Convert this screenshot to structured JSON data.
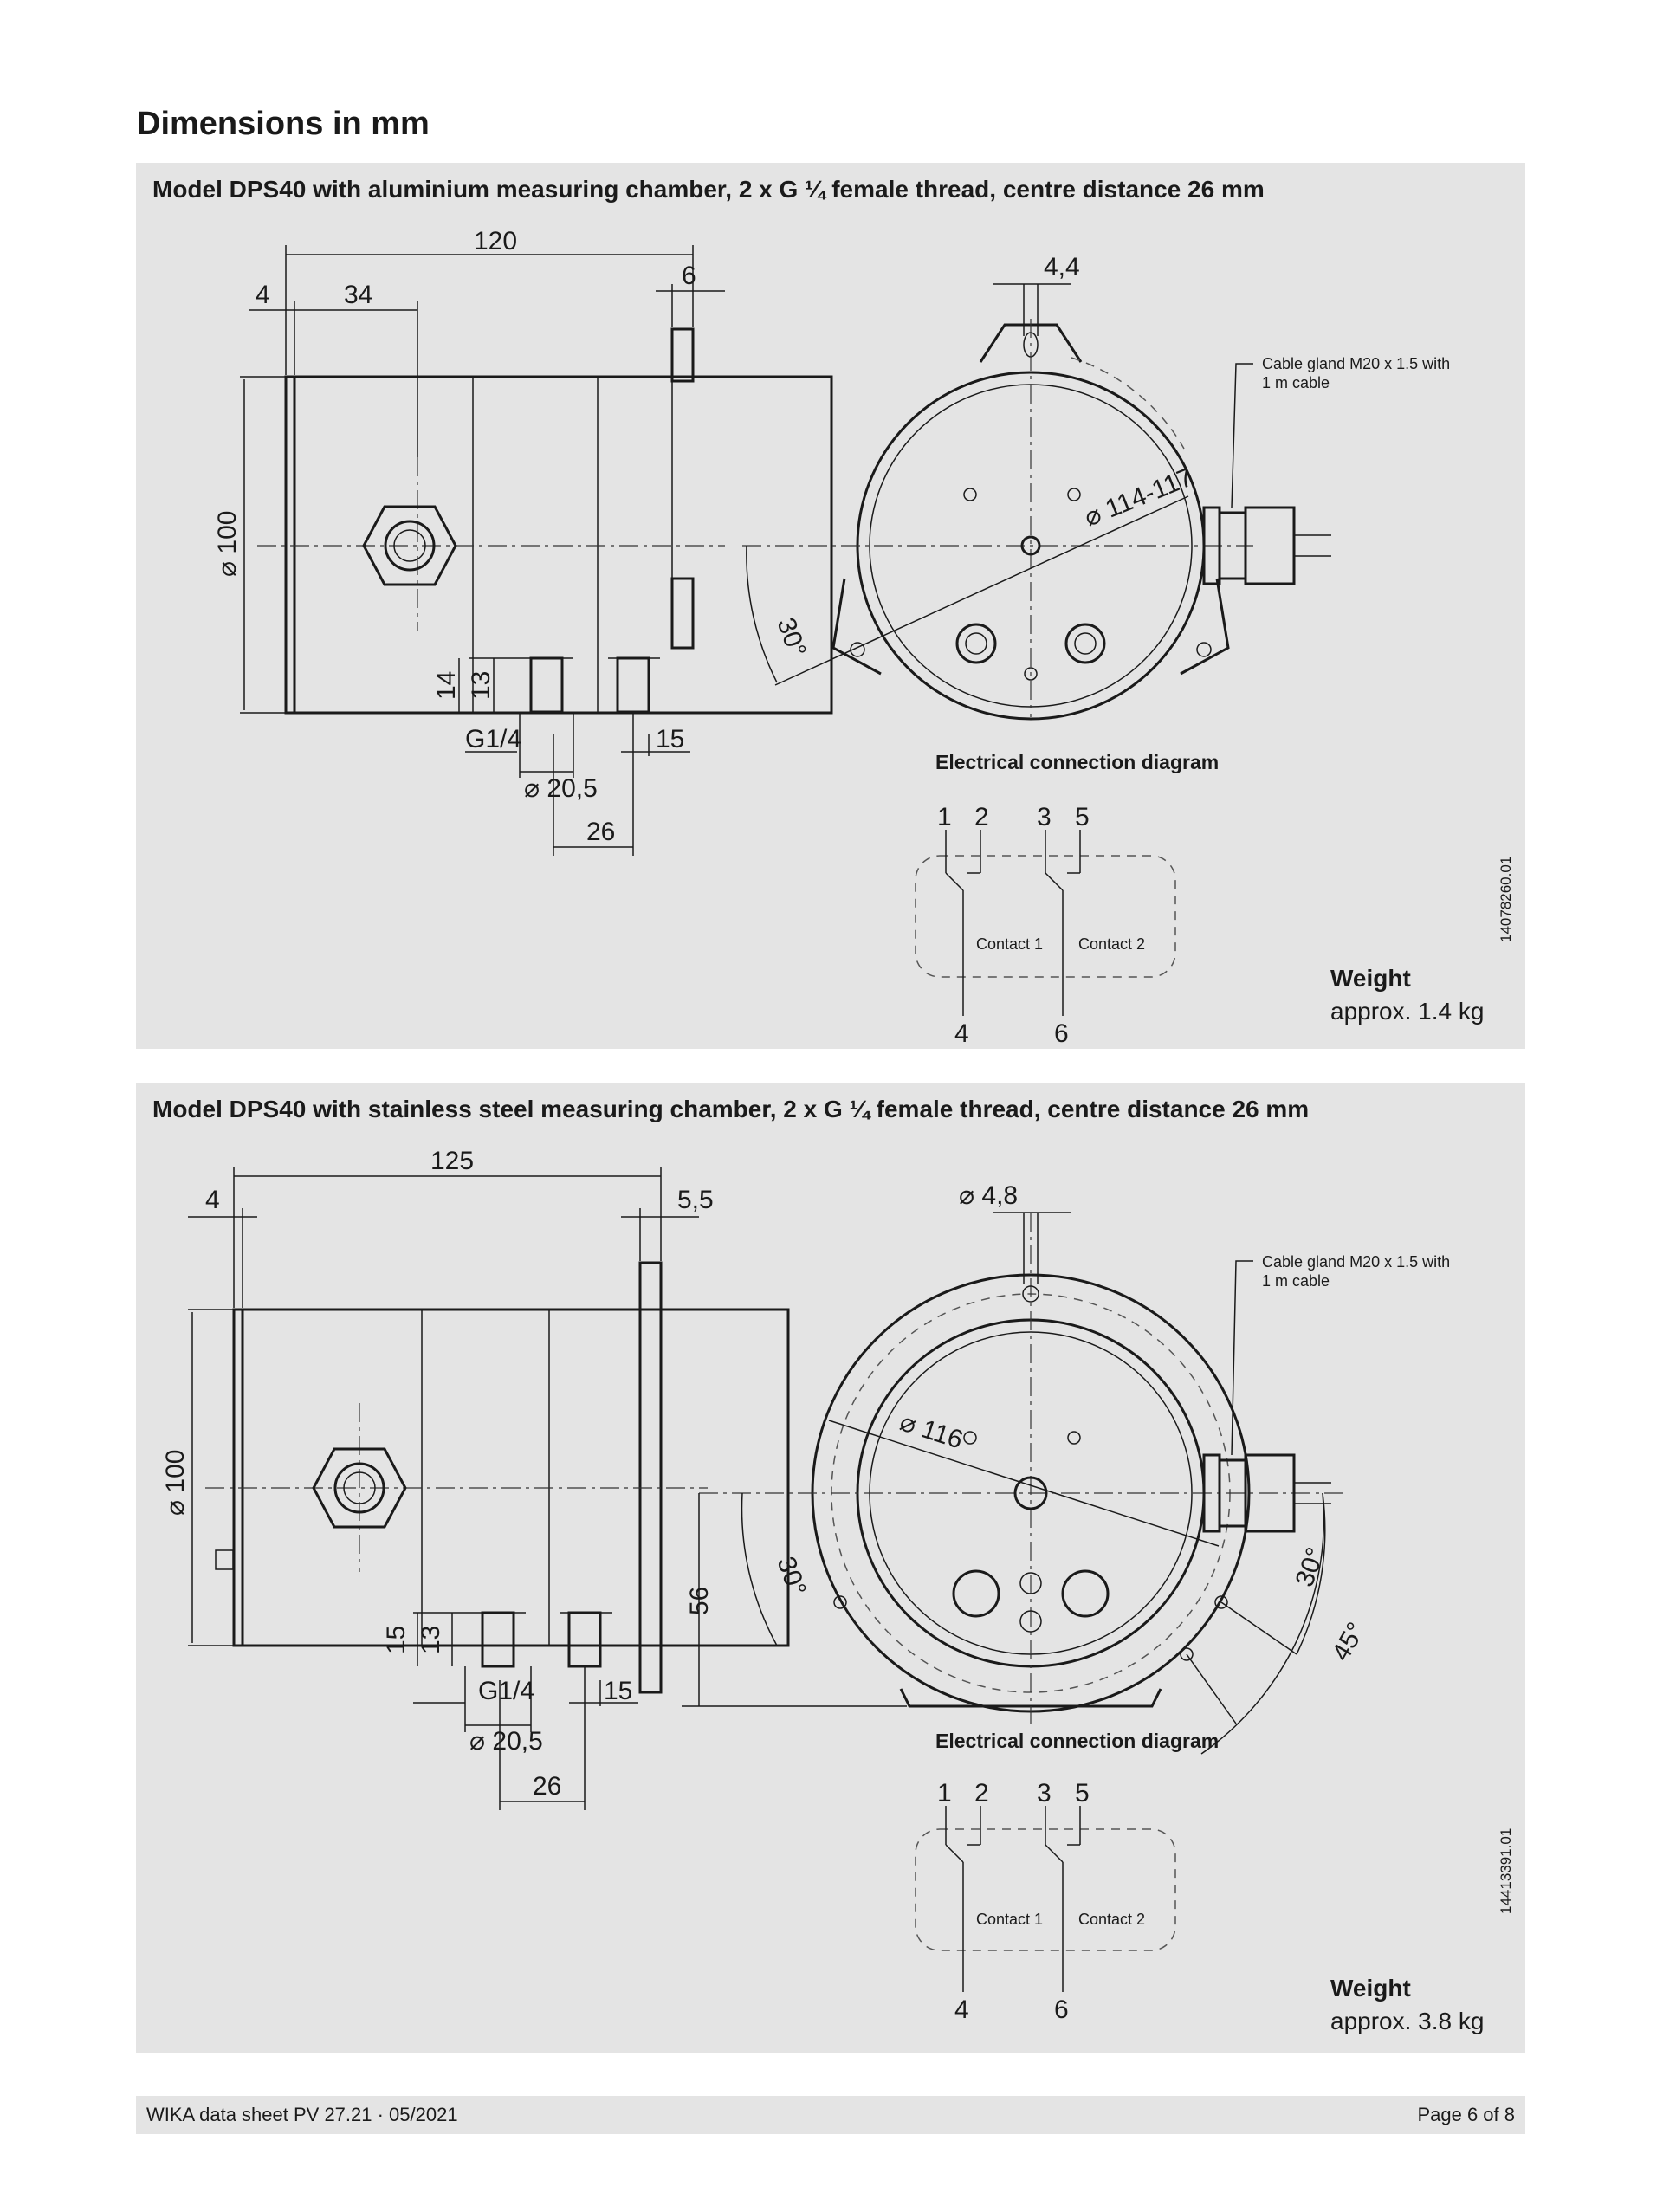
{
  "page_title": "Dimensions in mm",
  "section1": {
    "title": "Model DPS40 with aluminium measuring chamber, 2 x G ¼ female thread, centre distance 26 mm",
    "dims": {
      "d120": "120",
      "d6": "6",
      "d4": "4",
      "d34": "34",
      "d100": "⌀ 100",
      "d14": "14",
      "d13": "13",
      "g14": "G1/4",
      "d15": "15",
      "d20_5": "⌀ 20,5",
      "d26": "26",
      "d4_4": "4,4",
      "d114": "⌀ 114-117",
      "a30": "30°"
    },
    "cable_gland_line1": "Cable gland M20 x 1.5 with",
    "cable_gland_line2": "1 m cable",
    "diagram_title": "Electrical connection diagram",
    "terminals": [
      "1",
      "2",
      "3",
      "5",
      "4",
      "6"
    ],
    "contact1": "Contact 1",
    "contact2": "Contact 2",
    "drawing_number": "14078260.01",
    "weight_label": "Weight",
    "weight_value": "approx. 1.4 kg"
  },
  "section2": {
    "title": "Model DPS40 with stainless steel measuring chamber, 2 x G ¼ female thread, centre distance 26 mm",
    "dims": {
      "d125": "125",
      "d4": "4",
      "d5_5": "5,5",
      "d100": "⌀ 100",
      "d15a": "15",
      "d13": "13",
      "g14": "G1/4",
      "d15": "15",
      "d20_5": "⌀ 20,5",
      "d26": "26",
      "d56": "56",
      "d4_8": "⌀ 4,8",
      "d116": "⌀ 116",
      "a30a": "30°",
      "a30b": "30°",
      "a45": "45°"
    },
    "cable_gland_line1": "Cable gland M20 x 1.5 with",
    "cable_gland_line2": "1 m cable",
    "diagram_title": "Electrical connection diagram",
    "terminals": [
      "1",
      "2",
      "3",
      "5",
      "4",
      "6"
    ],
    "contact1": "Contact 1",
    "contact2": "Contact 2",
    "drawing_number": "14413391.01",
    "weight_label": "Weight",
    "weight_value": "approx. 3.8 kg"
  },
  "footer": {
    "left": "WIKA data sheet PV 27.21 · 05/2021",
    "right": "Page 6 of 8"
  }
}
